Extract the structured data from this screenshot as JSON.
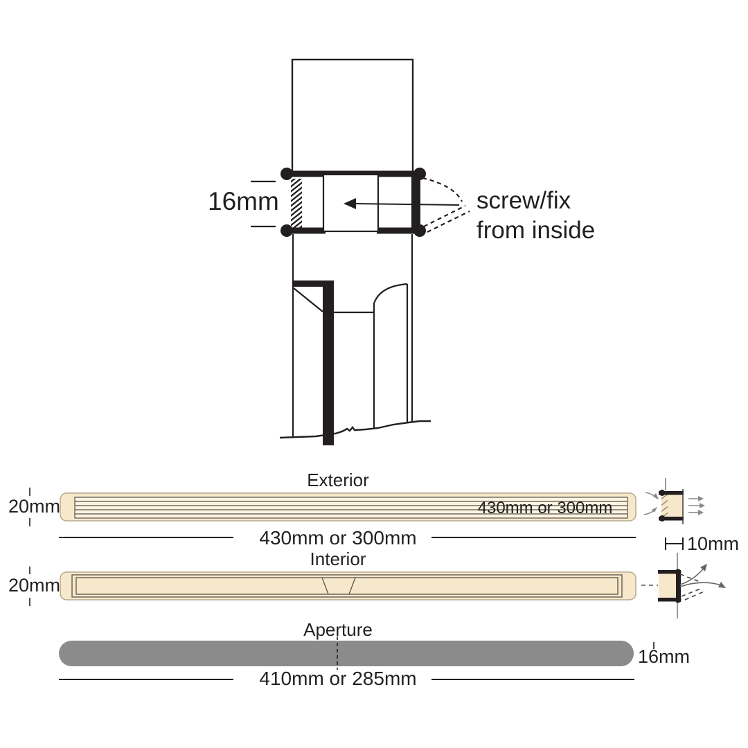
{
  "section_view": {
    "thickness_label": "16mm",
    "note_line1": "screw/fix",
    "note_line2": "from inside"
  },
  "exterior": {
    "title": "Exterior",
    "height_label": "20mm",
    "plate_width_label": "430mm or 300mm",
    "overall_width_label": "430mm or 300mm",
    "projection_label": "10mm"
  },
  "interior": {
    "title": "Interior",
    "height_label": "20mm"
  },
  "aperture": {
    "title": "Aperture",
    "height_label": "16mm",
    "width_label": "410mm or 285mm"
  },
  "colors": {
    "plate_fill": "#f7e8cb",
    "plate_border": "#b5a98c",
    "louver_fill": "#fdf4e2",
    "detail_line": "#55514a",
    "aperture_fill": "#8b8b8b",
    "ink": "#231f20",
    "gray_arrow": "#8a8a8a"
  }
}
